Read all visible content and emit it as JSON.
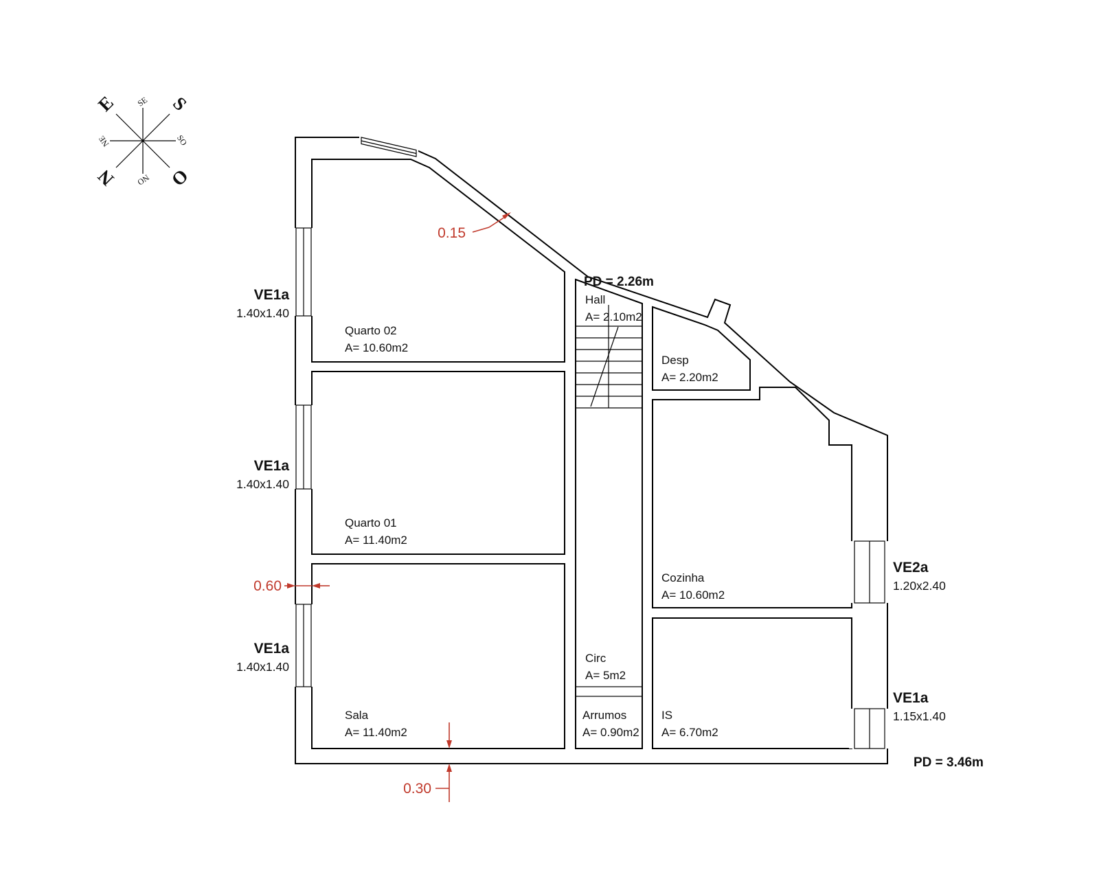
{
  "compass": {
    "n": "N",
    "ne": "NE",
    "e": "E",
    "se": "SE",
    "s": "S",
    "so": "SO",
    "o": "O",
    "no": "NO"
  },
  "rooms": {
    "quarto02": {
      "name": "Quarto 02",
      "area": "A= 10.60m2"
    },
    "quarto01": {
      "name": "Quarto 01",
      "area": "A= 11.40m2"
    },
    "sala": {
      "name": "Sala",
      "area": "A= 11.40m2"
    },
    "hall": {
      "name": "Hall",
      "area": "A= 2.10m2",
      "pd": "PD = 2.26m"
    },
    "desp": {
      "name": "Desp",
      "area": "A= 2.20m2"
    },
    "cozinha": {
      "name": "Cozinha",
      "area": "A= 10.60m2"
    },
    "circ": {
      "name": "Circ",
      "area": "A= 5m2"
    },
    "arrumos": {
      "name": "Arrumos",
      "area": "A= 0.90m2"
    },
    "is": {
      "name": "IS",
      "area": "A= 6.70m2"
    }
  },
  "windows": {
    "left1": {
      "code": "VE1a",
      "size": "1.40x1.40"
    },
    "left2": {
      "code": "VE1a",
      "size": "1.40x1.40"
    },
    "left3": {
      "code": "VE1a",
      "size": "1.40x1.40"
    },
    "right1": {
      "code": "VE2a",
      "size": "1.20x2.40"
    },
    "right2": {
      "code": "VE1a",
      "size": "1.15x1.40"
    }
  },
  "dimensions": {
    "wall_top": "0.15",
    "pier_left": "0.60",
    "wall_bottom": "0.30"
  },
  "notes": {
    "pd_lower": "PD = 3.46m"
  },
  "colors": {
    "dimension_red": "#c0392b",
    "line": "#000000"
  }
}
